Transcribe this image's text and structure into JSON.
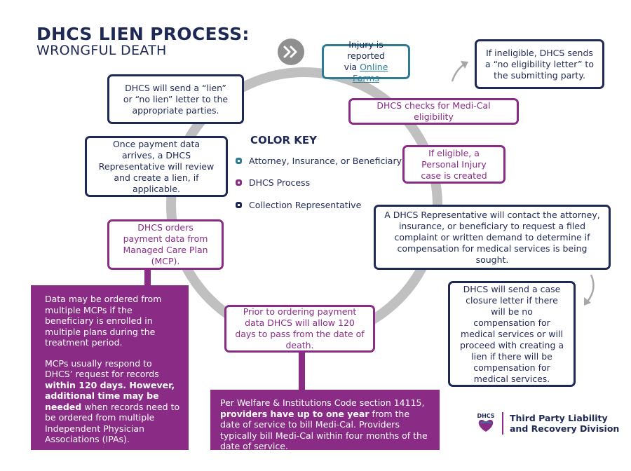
{
  "title": {
    "line1": "DHCS LIEN PROCESS:",
    "line2": "WRONGFUL DEATH"
  },
  "colors": {
    "navy": "#1e2a55",
    "teal": "#2e7d95",
    "purple": "#8a2b86",
    "ring": "#c0c0c0"
  },
  "start_icon": "double-chevron-right-icon",
  "steps": {
    "injury": {
      "text": "Injury is reported",
      "prefix": "via ",
      "link": "Online Forms"
    },
    "ineligible": "If ineligible, DHCS sends a “no eligibility letter” to the submitting party.",
    "checks": "DHCS checks for Medi-Cal eligibility",
    "eligible": "If eligible, a Personal Injury case is created",
    "contact": "A DHCS Representative will contact the attorney, insurance, or beneficiary to request a filed complaint or written demand to determine if compensation for medical services is being sought.",
    "closure": "DHCS will send a case closure letter if there will be no compensation for medical services or will proceed with creating a lien if there will be compensation for medical services.",
    "prior": "Prior to ordering payment data DHCS will allow 120 days to pass from the date of death.",
    "orders": "DHCS orders payment data from Managed Care Plan (MCP).",
    "review": "Once payment data arrives, a DHCS Representative will review and create a lien, if applicable.",
    "send_lien": "DHCS will send a “lien” or “no lien” letter to the appropriate parties."
  },
  "color_key": {
    "heading": "COLOR KEY",
    "items": [
      "Attorney, Insurance, or Beneficiary",
      "DHCS Process",
      "Collection Representative"
    ]
  },
  "notes": {
    "mcp": {
      "p1": "Data may be ordered from multiple MCPs if the beneficiary is enrolled in multiple plans during the treatment period.",
      "p2a": "MCPs usually respond to DHCS’ request for records ",
      "p2b": "within 120 days. However, additional time may be needed",
      "p2c": " when records need to be ordered from multiple Independent Physician Associations (IPAs)."
    },
    "welfare": {
      "a": "Per Welfare & Institutions Code section 14115, ",
      "b": "providers have up to one year",
      "c": " from the date of service to bill Medi-Cal. Providers typically bill Medi-Cal within four months of the date of service."
    }
  },
  "logo": {
    "mark": "DHCS",
    "line1": "Third Party Liability",
    "line2": "and Recovery Division"
  }
}
